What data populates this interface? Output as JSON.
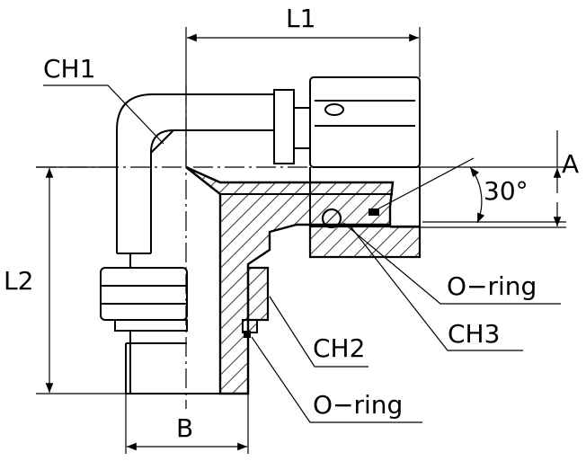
{
  "labels": {
    "l1": "L1",
    "l2": "L2",
    "ch1": "CH1",
    "ch2": "CH2",
    "ch3": "CH3",
    "a": "A",
    "b": "B",
    "angle": "30°",
    "oring_top": "O−ring",
    "oring_bottom": "O−ring"
  },
  "colors": {
    "line": "#000000",
    "background": "#ffffff"
  }
}
